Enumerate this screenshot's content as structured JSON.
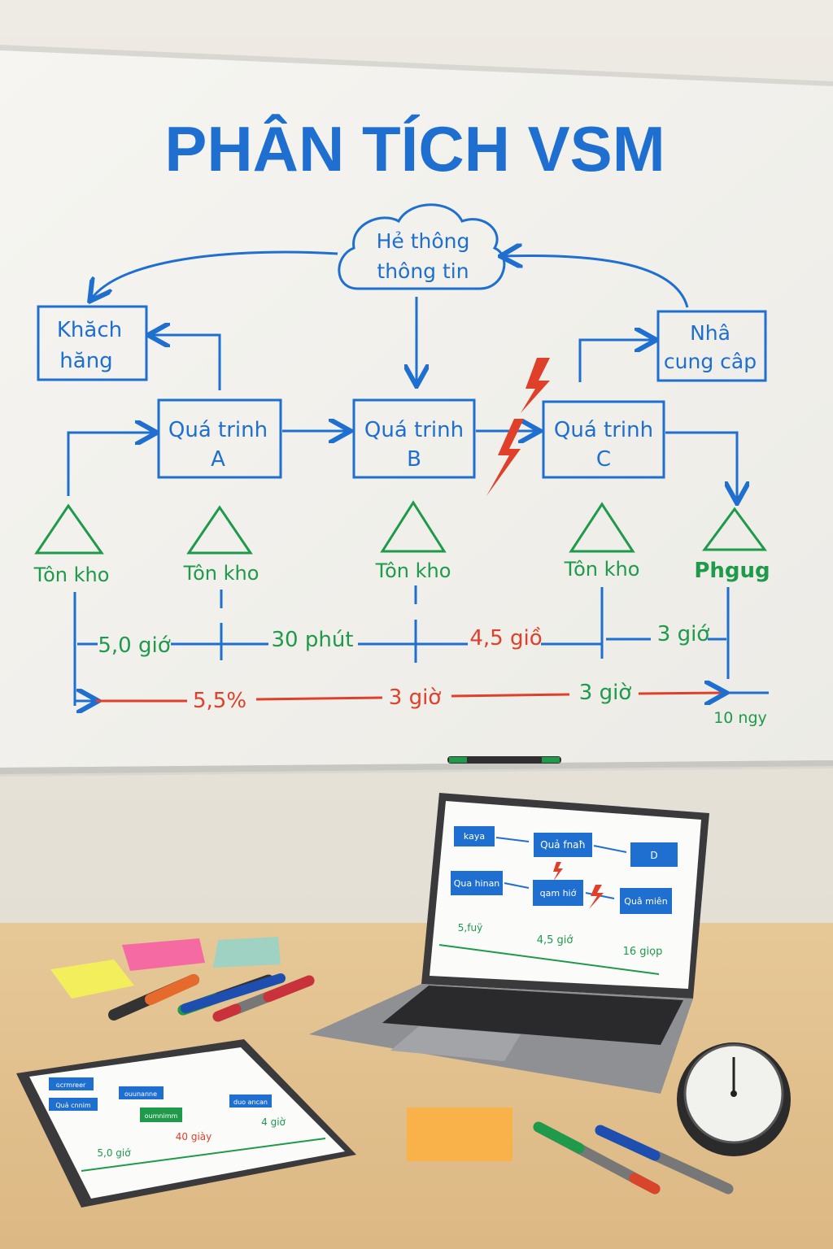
{
  "board": {
    "title": "PHÂN TÍCH VSM",
    "info_system": [
      "Hẻ thông",
      "thông tin"
    ],
    "customer": [
      "Khăch",
      "hăng"
    ],
    "supplier": [
      "Nhâ",
      "cung câp"
    ],
    "process_a": [
      "Quá trinh",
      "A"
    ],
    "process_b": [
      "Quá trinh",
      "B"
    ],
    "process_c": [
      "Quá trinh",
      "C"
    ],
    "inventory_labels": [
      "Tôn kho",
      "Tôn kho",
      "Tôn kho",
      "Tôn kho",
      "Phgug"
    ],
    "timeline_top": [
      "5,0 giớ",
      "30 phút",
      "4,5 giồ",
      "3 giớ"
    ],
    "timeline_bottom": [
      "5,5%",
      "3 giờ",
      "3 giờ"
    ],
    "total": "10 ngy",
    "colors": {
      "blue": "#1e6fd0",
      "green": "#1e9a4a",
      "red": "#e0402a",
      "board": "#f4f3ef"
    }
  },
  "laptop": {
    "boxes": [
      "kaya",
      "Quả fnaħ",
      "D",
      "Qua hinan",
      "qam hiớ",
      "Quâ miên"
    ],
    "timeline": [
      "5,fuÿ",
      "4,5 giớ",
      "16 giọp"
    ]
  },
  "tablet": {
    "boxes": [
      "ɢcrmreer",
      "Quả cnnim",
      "ouunanne",
      "oumnimm",
      "duo ancan"
    ],
    "timeline": [
      "5,0 giớ",
      "40 giày",
      "4 giờ"
    ]
  },
  "desk": {
    "items": [
      "sticky-note-yellow",
      "sticky-note-pink",
      "sticky-note-teal",
      "sticky-note-orange",
      "marker-orange",
      "marker-green",
      "marker-blue",
      "marker-red",
      "stopwatch-icon",
      "laptop",
      "tablet"
    ]
  }
}
